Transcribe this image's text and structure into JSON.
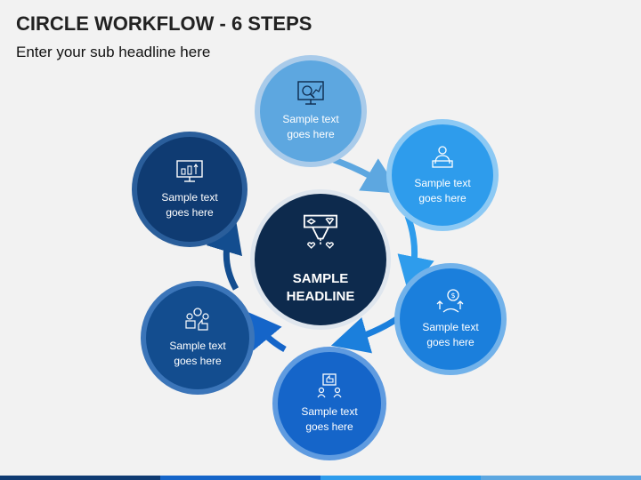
{
  "header": {
    "title": "CIRCLE WORKFLOW - 6 STEPS",
    "subtitle": "Enter your sub headline here"
  },
  "center": {
    "line1": "SAMPLE",
    "line2": "HEADLINE",
    "icon": "connected-hearts-icon"
  },
  "steps": [
    {
      "text": "Sample text goes here",
      "icon": "analytics-monitor-icon"
    },
    {
      "text": "Sample text goes here",
      "icon": "person-at-laptop-icon"
    },
    {
      "text": "Sample text goes here",
      "icon": "money-growth-icon"
    },
    {
      "text": "Sample text goes here",
      "icon": "thumbs-up-people-icon"
    },
    {
      "text": "Sample text goes here",
      "icon": "team-thumbs-up-icon"
    },
    {
      "text": "Sample text goes here",
      "icon": "chart-monitor-icon"
    }
  ],
  "colors": {
    "background": "#f2f2f2",
    "center": "#0d2a4d",
    "step1": "#5da7e0",
    "step2": "#2e9cec",
    "step3": "#1b7fdc",
    "step4": "#1565c9",
    "step5": "#134d8f",
    "step6": "#0f3b72"
  }
}
